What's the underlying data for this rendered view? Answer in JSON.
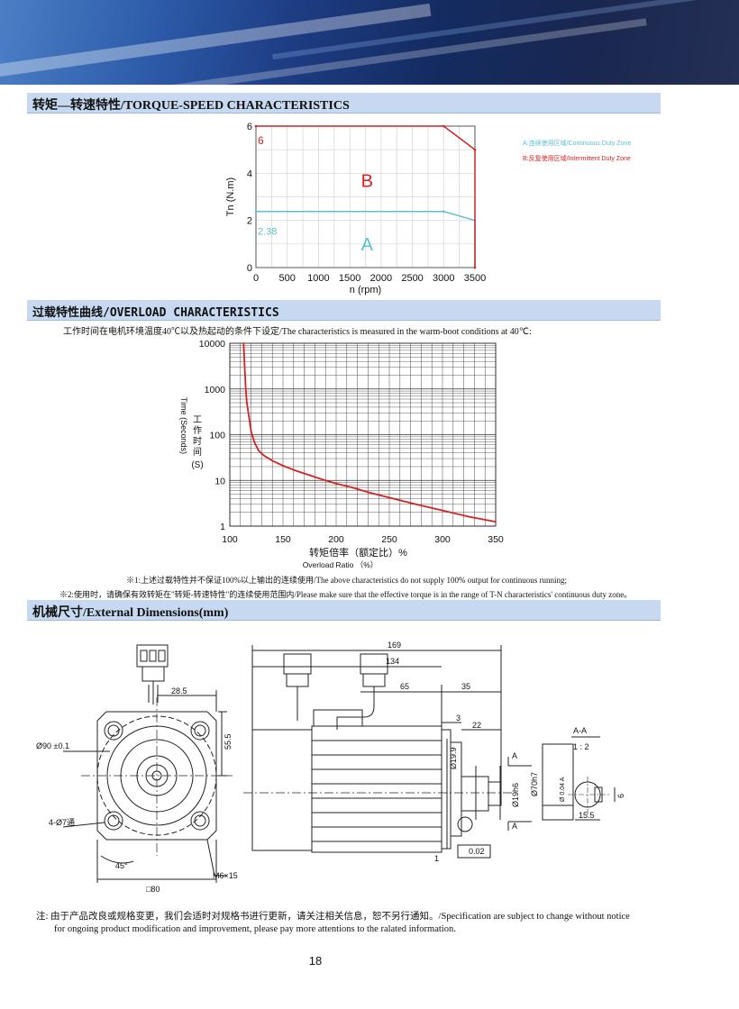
{
  "sections": {
    "torque": "转矩—转速特性/TORQUE-SPEED CHARACTERISTICS",
    "overload": "过载特性曲线/OVERLOAD CHARACTERISTICS",
    "dimensions": "机械尺寸/External Dimensions(mm)"
  },
  "chart_data": [
    {
      "type": "line",
      "xlabel": "n (rpm)",
      "ylabel": "Tn (N.m)",
      "xlim": [
        0,
        3500
      ],
      "ylim": [
        0,
        6
      ],
      "x_ticks": [
        "0",
        "500",
        "1000",
        "1500",
        "2000",
        "2500",
        "3000",
        "3500"
      ],
      "y_ticks": [
        "0",
        "2",
        "4",
        "6"
      ],
      "grid": true,
      "legend_position": "right",
      "series": [
        {
          "name": "A:连续使用区域/Continuous Duty Zone",
          "color": "#5bbfd0",
          "x": [
            0,
            3000,
            3500,
            3500
          ],
          "y": [
            2.38,
            2.38,
            2.0,
            0
          ]
        },
        {
          "name": "B:反复使用区域/Intermittent Duty Zone",
          "color": "#d22222",
          "x": [
            0,
            3000,
            3500,
            3500
          ],
          "y": [
            6,
            6,
            5.0,
            0
          ]
        }
      ],
      "annotations": [
        {
          "text": "6",
          "color": "#d22222"
        },
        {
          "text": "2.38",
          "color": "#5bbfd0"
        },
        {
          "text": "B",
          "color": "#d22222"
        },
        {
          "text": "A",
          "color": "#5bbfd0"
        }
      ]
    },
    {
      "type": "line",
      "title": "工作时间在电机环境温度40℃以及热起动的条件下设定/The characteristics is measured in the warm-boot conditions at 40℃:",
      "xlabel": "转矩倍率（额定比）%",
      "xlabel_en": "Overload Ratio （%）",
      "ylabel_cn": "工作时间",
      "ylabel_en": "Time (Seconds)",
      "ylabel_unit": "(S)",
      "xlim": [
        100,
        350
      ],
      "ylim": [
        1,
        10000
      ],
      "yscale": "log",
      "x_ticks": [
        "100",
        "150",
        "200",
        "250",
        "300",
        "350"
      ],
      "y_ticks": [
        "1",
        "10",
        "100",
        "1000",
        "10000"
      ],
      "grid": true,
      "series": [
        {
          "color": "#d22222",
          "x": [
            113,
            114,
            115,
            116,
            118,
            120,
            123,
            127,
            132,
            140,
            150,
            160,
            175,
            190,
            200,
            215,
            230,
            250,
            275,
            300,
            325,
            350
          ],
          "y": [
            10000,
            3000,
            1000,
            500,
            250,
            120,
            70,
            45,
            35,
            27,
            21,
            17,
            13,
            10,
            8.5,
            7,
            5.5,
            4.2,
            3.0,
            2.2,
            1.6,
            1.25
          ]
        }
      ]
    }
  ],
  "notes": {
    "note1": "※1:上述过载特性并不保证100%以上输出的连续使用/The above characteristics do not supply 100% output for continuous running;",
    "note2": "※2:使用时，请确保有效转矩在\"转矩-转速特性\"的连续使用范围内/Please make sure that the effective torque is in the range of T-N characteristics' continuous duty zone。"
  },
  "dimensions": {
    "front": [
      "28.5",
      "55.5",
      "Ø90 ±0.1",
      "4-Ø7通",
      "45°",
      "□80",
      "M6×15"
    ],
    "side": [
      "169",
      "134",
      "65",
      "35",
      "3",
      "22",
      "Ø19.9",
      "Ø19h6",
      "Ø70h7",
      "A",
      "A",
      "1",
      "0.02",
      "Ø 0.04 A"
    ],
    "section": [
      "A-A",
      "1 : 2",
      "6",
      "15.5"
    ]
  },
  "footer": {
    "line1": "注:  由于产品改良或规格变更，我们会适时对规格书进行更新，请关注相关信息，恕不另行通知。/Specification are subject to change without notice",
    "line2": "for ongoing product modification and improvement, please pay more attentions to the ralated information.",
    "page": "18"
  }
}
